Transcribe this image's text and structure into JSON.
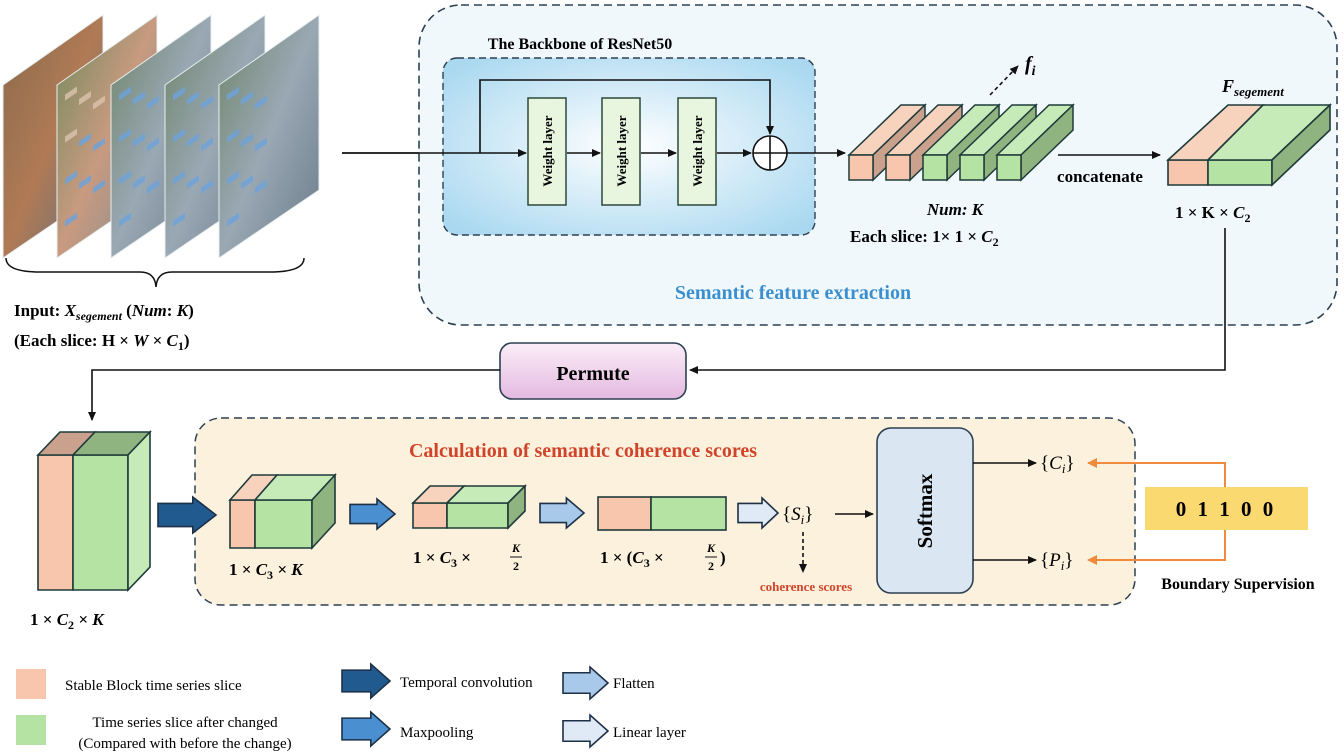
{
  "input": {
    "line1_prefix": "Input: ",
    "line1_var": "X",
    "line1_sub": "segement",
    "line1_suffix_a": " (",
    "line1_num": "Num",
    "line1_suffix_b": ": ",
    "line1_k": "K",
    "line1_close": ")",
    "line2": "(Each slice: H × ",
    "line2_w": "W",
    "line2_mid": " × ",
    "line2_c": "C",
    "line2_sub": "1",
    "line2_close": ")"
  },
  "feature_extraction": {
    "title": "Semantic feature extraction",
    "backbone_title": "The Backbone of ResNet50",
    "weight_layers": [
      "Weight layer",
      "Weight layer",
      "Weight layer"
    ],
    "fi_label": "f",
    "fi_sub": "i",
    "num_label": "Num",
    "num_k": ": K",
    "each_slice": "Each slice: 1× 1  × ",
    "each_slice_c": "C",
    "each_slice_sub": "2",
    "concatenate": "concatenate",
    "fseg_label": "F",
    "fseg_sub": "segement",
    "fseg_dims": "1 × K × ",
    "fseg_dims_c": "C",
    "fseg_dims_sub": "2"
  },
  "permute": {
    "label": "Permute"
  },
  "left_block": {
    "dims": "1 × ",
    "c": "C",
    "sub": "2",
    "rest": " × K"
  },
  "coherence": {
    "title": "Calculation of semantic coherence scores",
    "block1": {
      "a": "1 × ",
      "c": "C",
      "sub": "3",
      "rest": " × K"
    },
    "block2": {
      "a": "1 × ",
      "c": "C",
      "sub": "3",
      "rest": " × ",
      "num": "K",
      "den": "2"
    },
    "block3": {
      "a": "1 × (",
      "c": "C",
      "sub": "3",
      "rest": " × ",
      "num": "K",
      "den": "2",
      "close": ")"
    },
    "scores": {
      "open": "{",
      "s": "S",
      "sub": "i",
      "close": "}"
    },
    "scores_caption": "coherence scores",
    "softmax": "Softmax",
    "ci": {
      "open": "{",
      "s": "C",
      "sub": "i",
      "close": "}"
    },
    "pi": {
      "open": "{",
      "s": "P",
      "sub": "i",
      "close": "}"
    }
  },
  "supervision": {
    "labels": "0 1 1 0 0",
    "caption": "Boundary Supervision"
  },
  "legend": {
    "stable": "Stable Block time series slice",
    "changed_1": "Time series slice after changed",
    "changed_2": "(Compared with before the change)",
    "temporal_conv": "Temporal convolution",
    "maxpooling": "Maxpooling",
    "flatten": "Flatten",
    "linear": "Linear layer"
  },
  "colors": {
    "stable": "#f7c6ac",
    "changed": "#b5e3a4",
    "title_blue": "#3a8fd0",
    "title_red": "#d0452a",
    "orange": "#f08a3c",
    "temporal_conv": "#215a8e",
    "maxpooling": "#4a8fd0",
    "flatten": "#a8c9ea",
    "linear": "#dfeaf6"
  }
}
